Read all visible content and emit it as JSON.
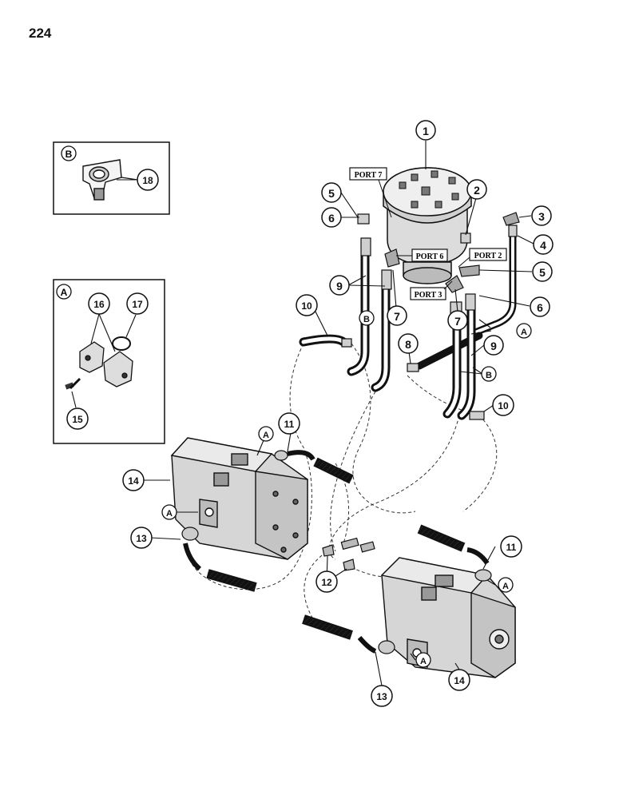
{
  "page": {
    "number": "224"
  },
  "ports": {
    "port7": "PORT 7",
    "port6": "PORT 6",
    "port2": "PORT 2",
    "port3": "PORT 3"
  },
  "insets": {
    "b": {
      "letter": "B"
    },
    "a": {
      "letter": "A"
    }
  },
  "callouts": {
    "c1": "1",
    "c2": "2",
    "c3": "3",
    "c4": "4",
    "c5a": "5",
    "c5b": "5",
    "c6a": "6",
    "c6b": "6",
    "c7a": "7",
    "c7b": "7",
    "c8": "8",
    "c9a": "9",
    "c9b": "9",
    "c10a": "10",
    "c10b": "10",
    "c11a": "11",
    "c11b": "11",
    "c12": "12",
    "c13a": "13",
    "c13b": "13",
    "c14a": "14",
    "c14b": "14",
    "c15": "15",
    "c16": "16",
    "c17": "17",
    "c18": "18"
  },
  "letters": {
    "bLeft": "B",
    "bRight": "B",
    "aPipe": "A",
    "aPump1Top": "A",
    "aPump1Side": "A",
    "aPump2Right": "A",
    "aPump2Bottom": "A"
  }
}
